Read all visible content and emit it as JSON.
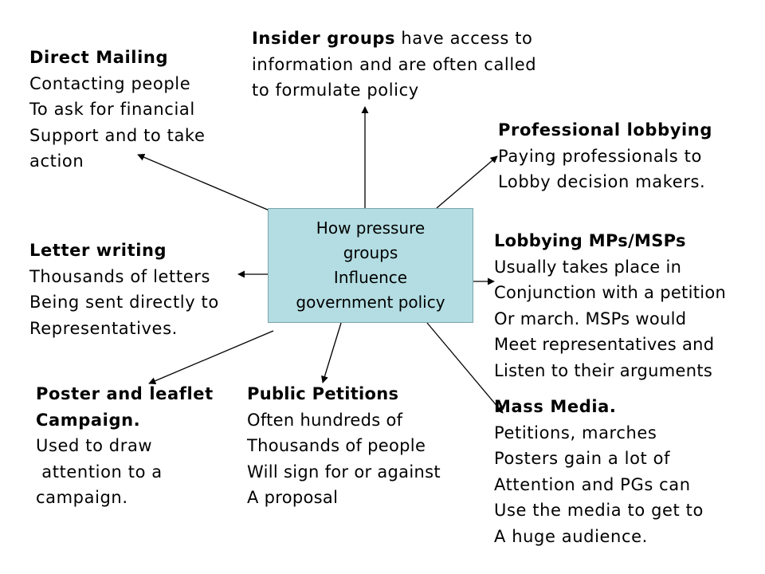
{
  "center": {
    "lines": [
      "How pressure",
      "groups",
      "Influence",
      "government policy"
    ]
  },
  "nodes": {
    "direct_mailing": {
      "title": "Direct Mailing",
      "lines": [
        "Contacting people",
        "To ask for financial",
        "Support and to take",
        "action"
      ]
    },
    "insider_groups": {
      "title": "Insider groups",
      "title_rest": " have access to",
      "lines": [
        "information and are often called",
        "to formulate policy"
      ]
    },
    "professional_lobbying": {
      "title": "Professional lobbying",
      "lines": [
        "Paying professionals to",
        "Lobby decision makers."
      ]
    },
    "letter_writing": {
      "title": "Letter writing",
      "lines": [
        "Thousands of letters",
        "Being sent directly to",
        "Representatives."
      ]
    },
    "lobbying_mps": {
      "title": "Lobbying MPs/MSPs",
      "lines": [
        "Usually takes place in",
        "Conjunction with a petition",
        "Or march. MSPs would",
        "Meet representatives and",
        "Listen to their arguments"
      ]
    },
    "poster_leaflet": {
      "title_lines": [
        "Poster and leaflet",
        "Campaign."
      ],
      "lines": [
        "Used to draw",
        " attention to a",
        "campaign."
      ]
    },
    "public_petitions": {
      "title": "Public Petitions",
      "lines": [
        "Often hundreds of",
        "Thousands of people",
        "Will sign for or against",
        "A proposal"
      ]
    },
    "mass_media": {
      "title": "Mass Media.",
      "lines": [
        "Petitions, marches",
        "Posters gain a lot of",
        "Attention and PGs can",
        "Use the media to get to",
        "A huge audience."
      ]
    }
  }
}
